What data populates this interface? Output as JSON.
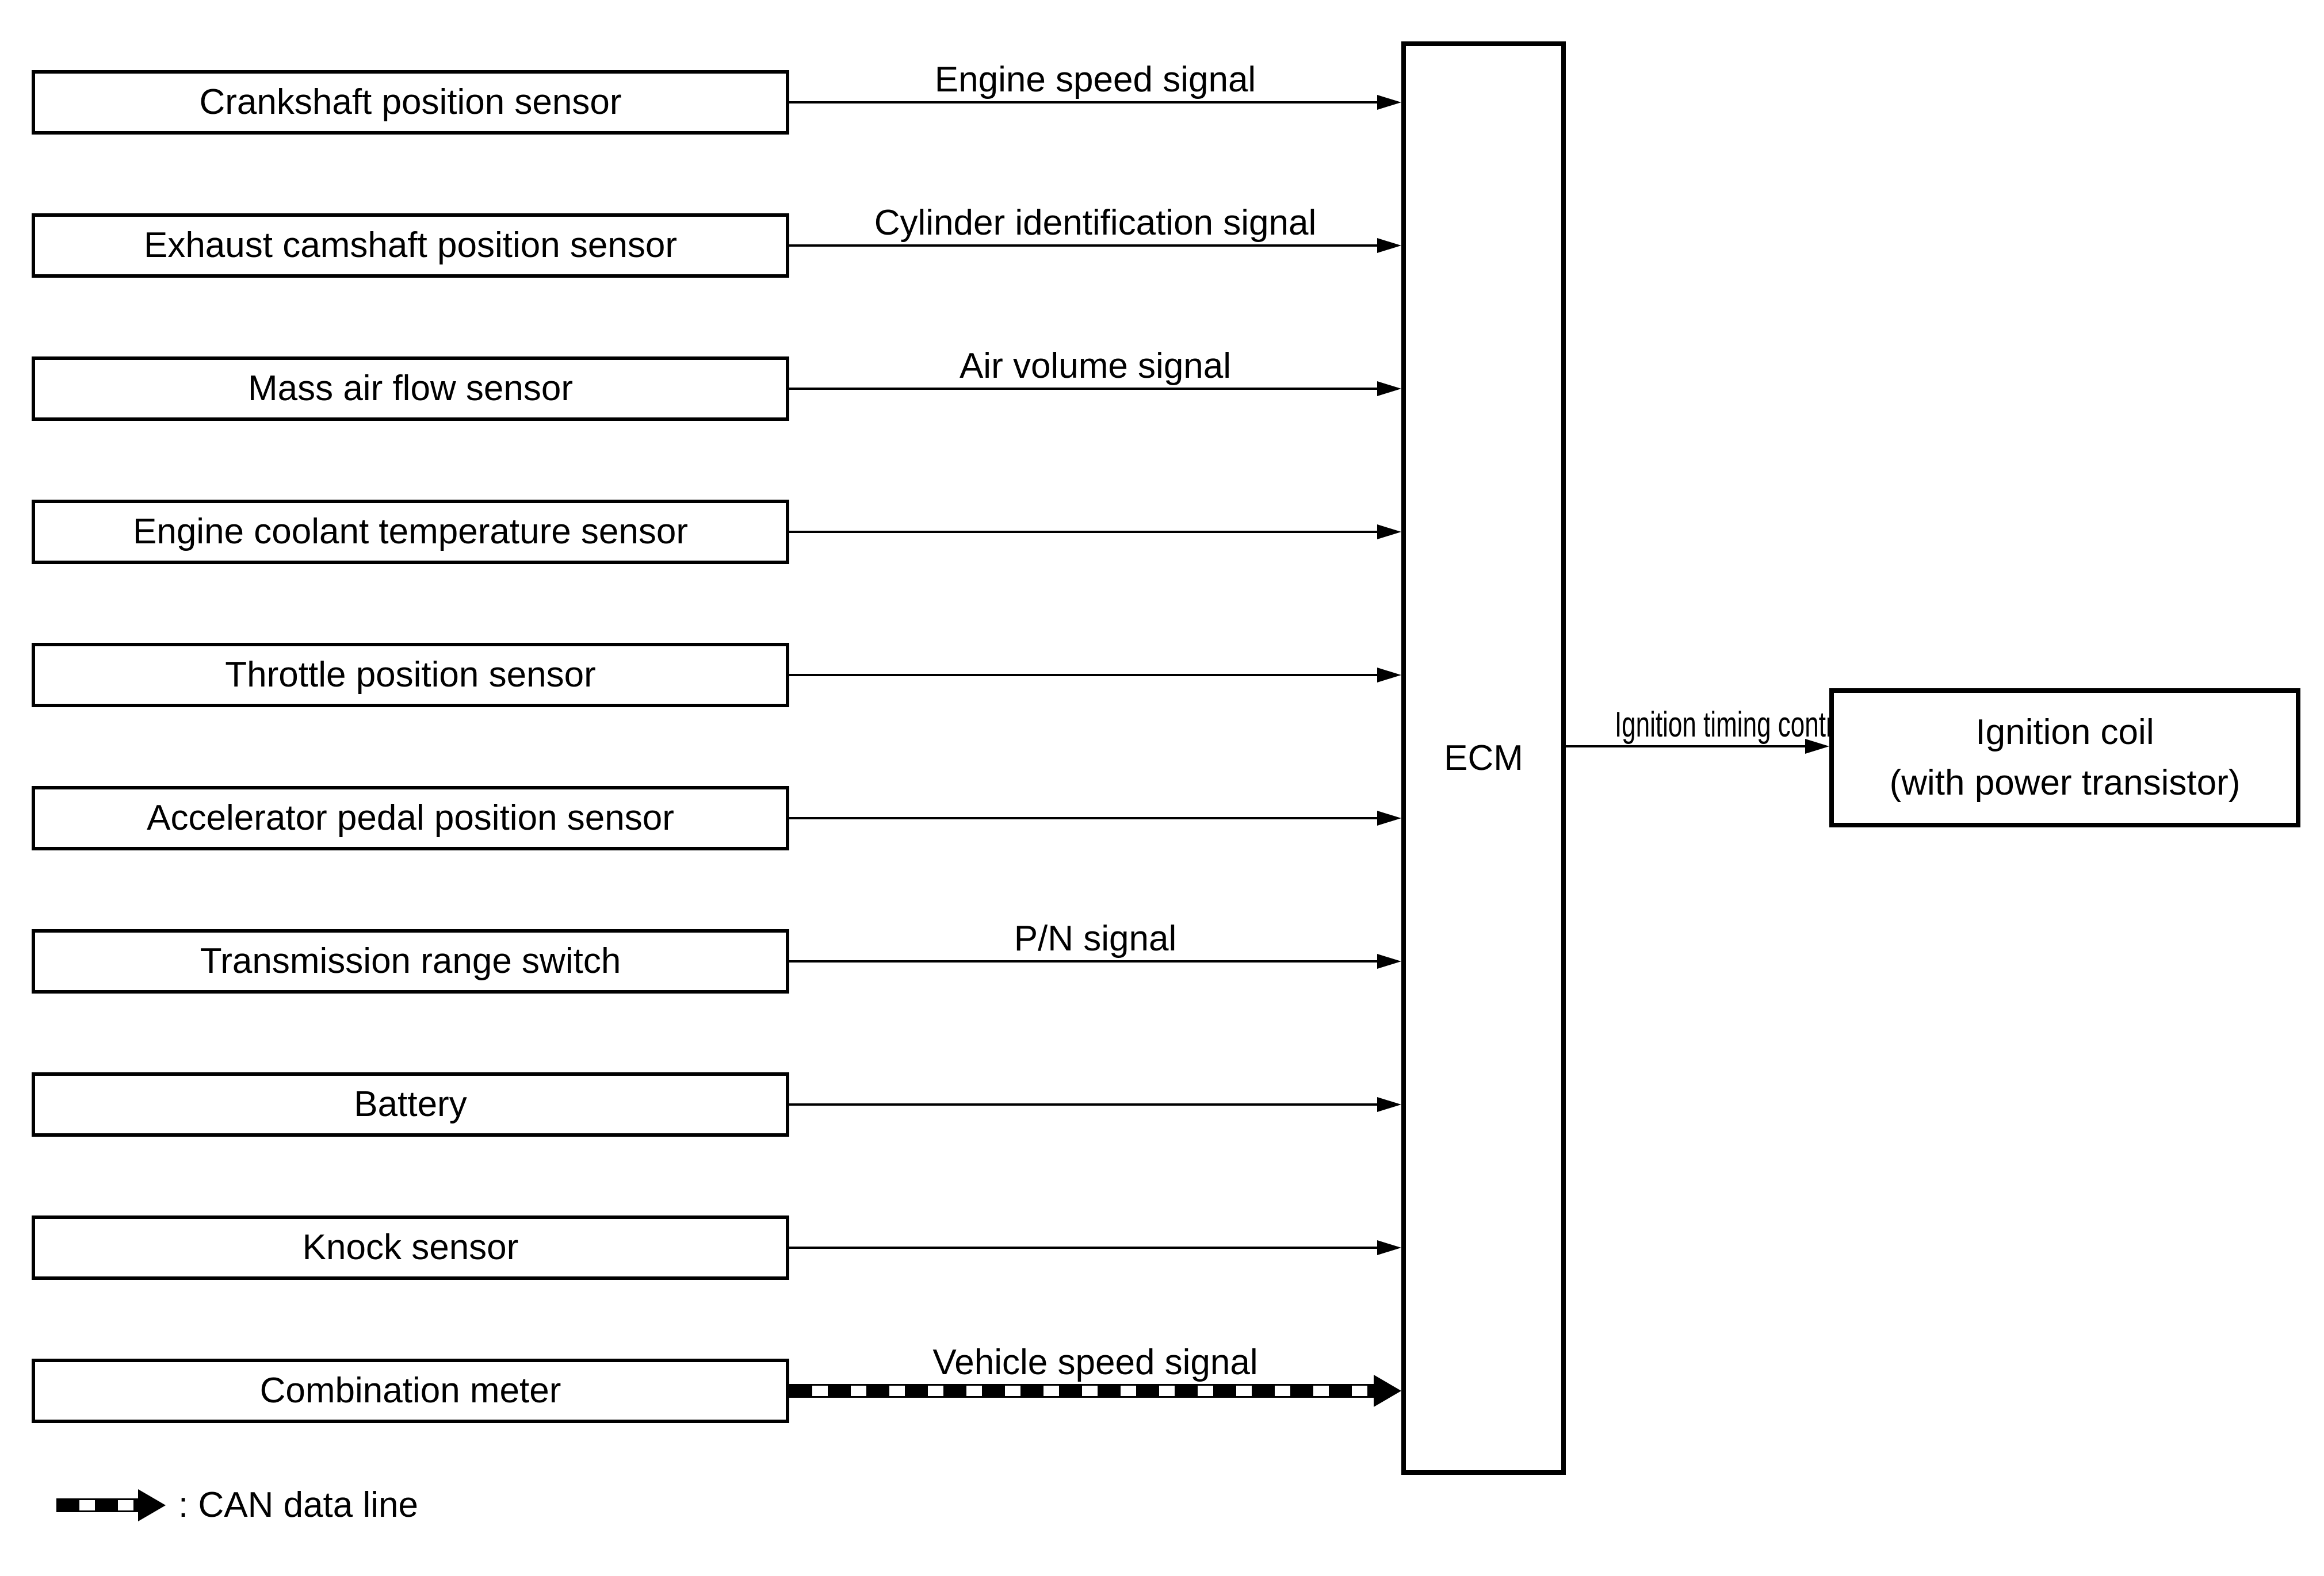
{
  "diagram": {
    "ecm": {
      "label": "ECM"
    },
    "inputs": [
      {
        "name": "Crankshaft position sensor",
        "signal": "Engine speed signal",
        "can": false
      },
      {
        "name": "Exhaust camshaft position sensor",
        "signal": "Cylinder identification signal",
        "can": false
      },
      {
        "name": "Mass air flow sensor",
        "signal": "Air volume signal",
        "can": false
      },
      {
        "name": "Engine coolant temperature sensor",
        "signal": "",
        "can": false
      },
      {
        "name": "Throttle position sensor",
        "signal": "",
        "can": false
      },
      {
        "name": "Accelerator pedal position sensor",
        "signal": "",
        "can": false
      },
      {
        "name": "Transmission range switch",
        "signal": "P/N signal",
        "can": false
      },
      {
        "name": "Battery",
        "signal": "",
        "can": false
      },
      {
        "name": "Knock sensor",
        "signal": "",
        "can": false
      },
      {
        "name": "Combination meter",
        "signal": "Vehicle speed signal",
        "can": true
      }
    ],
    "output": {
      "signal": "Ignition timing control",
      "target": {
        "line1": "Ignition coil",
        "line2": "(with power transistor)"
      }
    },
    "legend": {
      "text": ": CAN data line"
    },
    "colors": {
      "line": "#000000",
      "background": "#ffffff"
    }
  }
}
